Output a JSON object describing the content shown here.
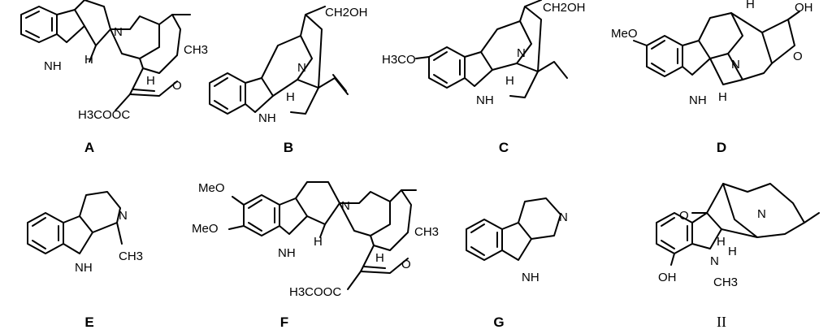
{
  "labels": {
    "A": "A",
    "B": "B",
    "C": "C",
    "D": "D",
    "E": "E",
    "F": "F",
    "G": "G",
    "H": "II"
  },
  "atoms": {
    "NH": "NH",
    "N": "N",
    "H": "H",
    "O": "O",
    "CH3": "CH3",
    "CH2OH": "CH2OH",
    "H3COOC": "H3COOC",
    "H3CO": "H3CO",
    "MeO": "MeO",
    "OH": "OH"
  }
}
